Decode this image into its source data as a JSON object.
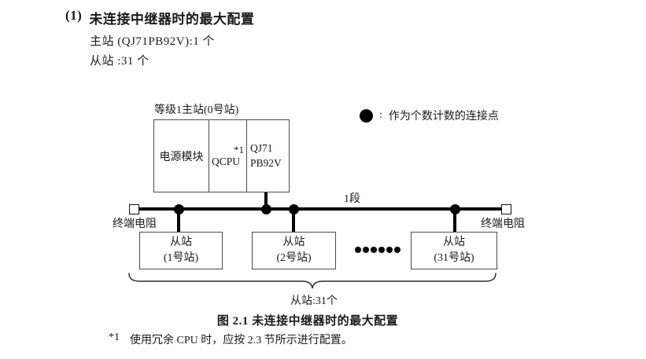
{
  "heading": {
    "number": "(1)",
    "title": "未连接中继器时的最大配置",
    "master_count_line": "主站 (QJ71PB92V):1 个",
    "slave_count_line": "从站 :31 个"
  },
  "diagram": {
    "master_label": "等级1主站(0号站)",
    "modules": {
      "power": "电源模块",
      "cpu": "QCPU",
      "cpu_note": "*1",
      "network_line1": "QJ71",
      "network_line2": "PB92V"
    },
    "legend": {
      "colon": ":",
      "text": "作为个数计数的连接点"
    },
    "segment_label": "1段",
    "left_terminator_label": "终端电阻",
    "right_terminator_label": "终端电阻",
    "slaves": [
      {
        "name": "从站",
        "station": "(1号站)"
      },
      {
        "name": "从站",
        "station": "(2号站)"
      },
      {
        "name": "从站",
        "station": "(31号站)"
      }
    ],
    "slave_total_label": "从站:31个"
  },
  "caption": "图 2.1 未连接中继器时的最大配置",
  "footnote": {
    "marker": "*1",
    "text": "使用冗余 CPU 时，应按 2.3 节所示进行配置。"
  },
  "colors": {
    "text": "#1a1a1a",
    "line": "#000000",
    "box_border": "#4d4d4d",
    "background": "#ffffff"
  }
}
